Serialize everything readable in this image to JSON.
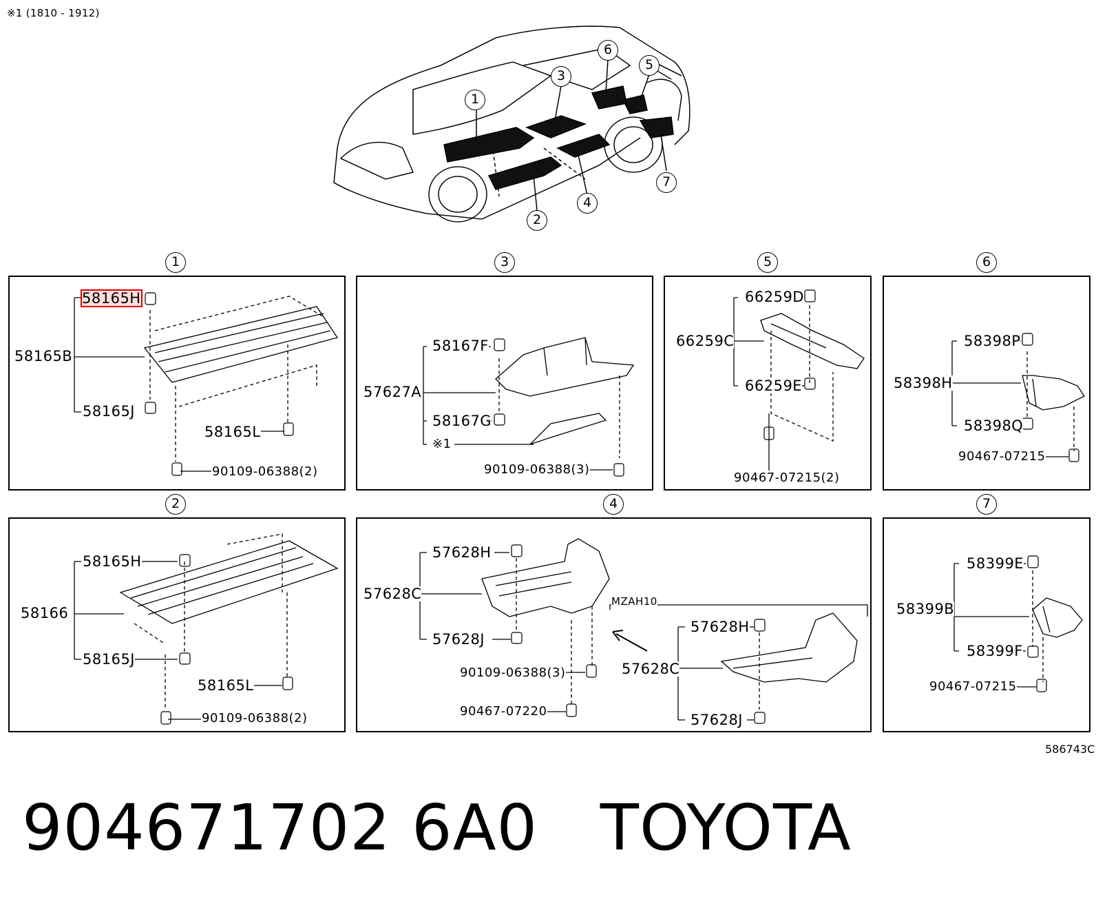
{
  "note": "※1 (1810 - 1912)",
  "figure_code": "586743C",
  "footer": {
    "part_number": "904671702 6A0",
    "brand": "TOYOTA"
  },
  "overview": {
    "callouts": [
      "1",
      "2",
      "3",
      "4",
      "5",
      "6",
      "7"
    ]
  },
  "panels": {
    "p1": {
      "number": "1",
      "labels": {
        "top": "58165H",
        "group": "58165B",
        "bottom": "58165J",
        "side": "58165L",
        "bolt": "90109-06388(2)"
      }
    },
    "p2": {
      "number": "2",
      "labels": {
        "top": "58165H",
        "group": "58166",
        "bottom": "58165J",
        "side": "58165L",
        "bolt": "90109-06388(2)"
      }
    },
    "p3": {
      "number": "3",
      "labels": {
        "top": "58167F",
        "group": "57627A",
        "bottom": "58167G",
        "note": "※1",
        "bolt": "90109-06388(3)"
      }
    },
    "p4": {
      "number": "4",
      "labels": {
        "top": "57628H",
        "group": "57628C",
        "bottom": "57628J",
        "bolt": "90109-06388(3)",
        "clip": "90467-07220",
        "variant": "MZAH10",
        "v_top": "57628H",
        "v_group": "57628C",
        "v_bottom": "57628J"
      }
    },
    "p5": {
      "number": "5",
      "labels": {
        "top": "66259D",
        "group": "66259C",
        "bottom": "66259E",
        "clip": "90467-07215(2)"
      }
    },
    "p6": {
      "number": "6",
      "labels": {
        "top": "58398P",
        "group": "58398H",
        "bottom": "58398Q",
        "clip": "90467-07215"
      }
    },
    "p7": {
      "number": "7",
      "labels": {
        "top": "58399E",
        "group": "58399B",
        "bottom": "58399F",
        "clip": "90467-07215"
      }
    }
  }
}
